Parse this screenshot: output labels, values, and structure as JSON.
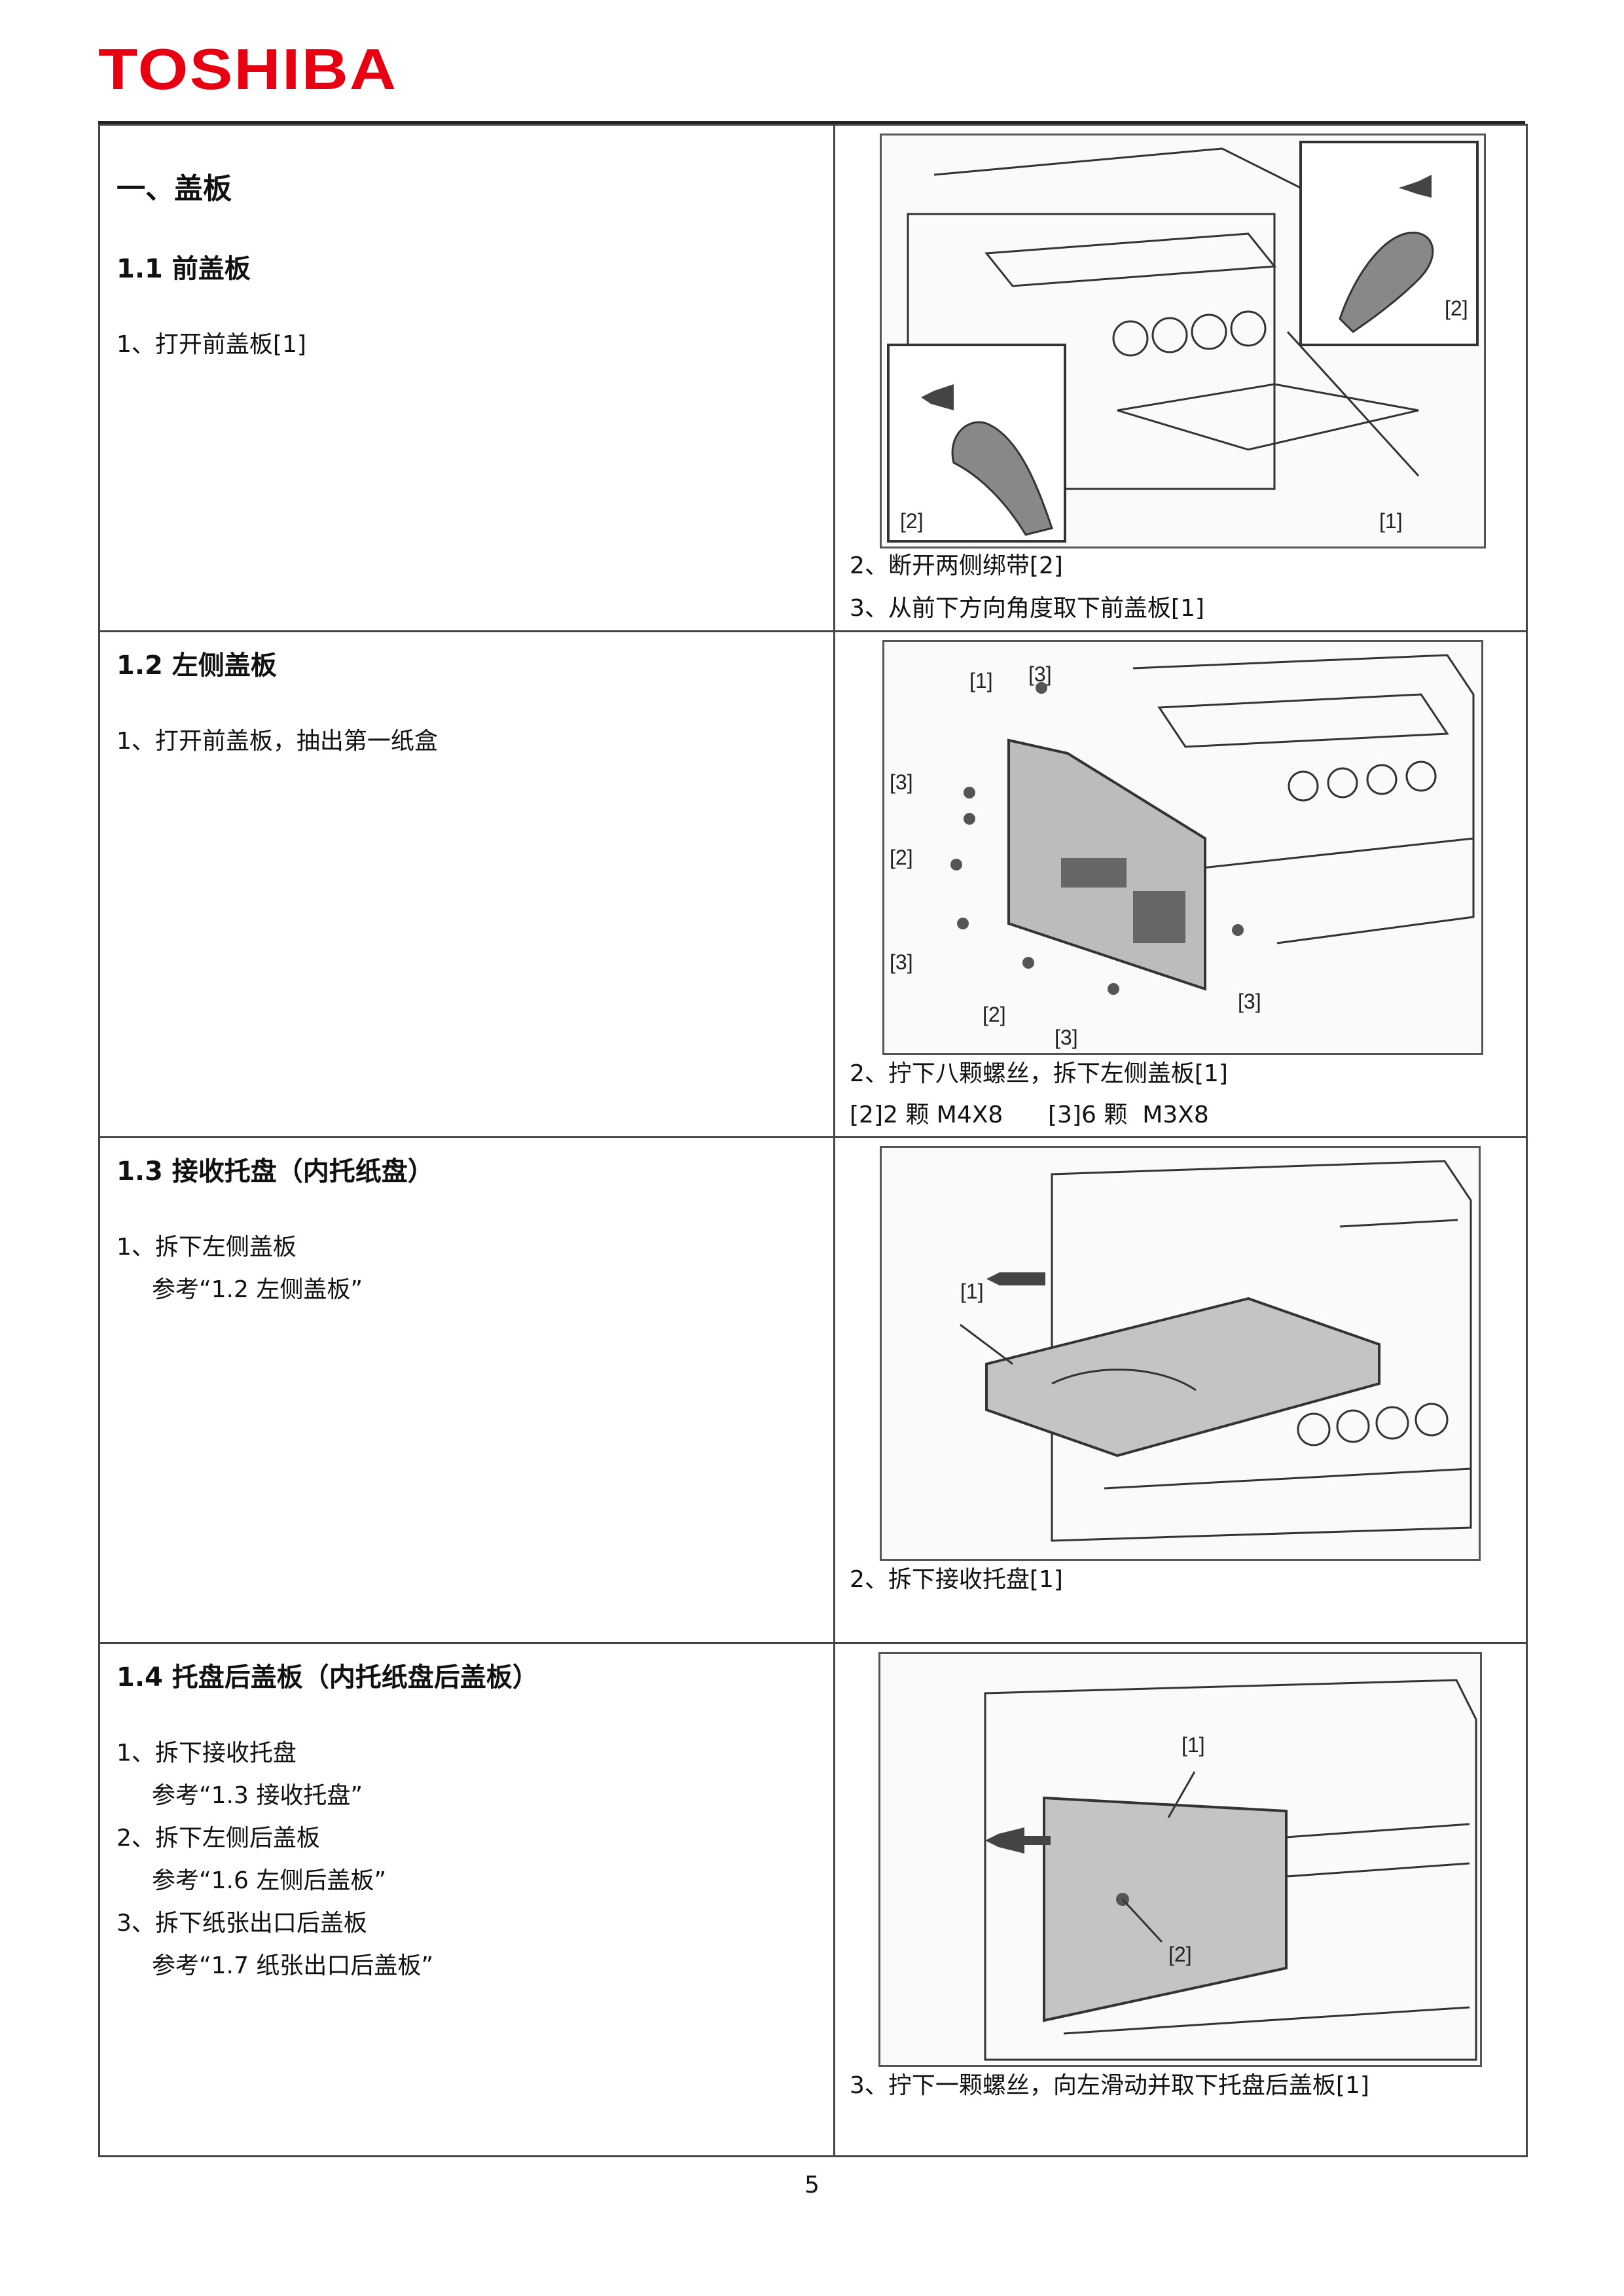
{
  "header": {
    "logo": "TOSHIBA"
  },
  "sections": {
    "s1": {
      "chapter": "一、盖板",
      "title": "1.1 前盖板",
      "steps": [
        "1、打开前盖板[1]"
      ],
      "captions": [
        "2、断开两侧绑带[2]",
        "3、从前下方向角度取下前盖板[1]"
      ],
      "labels": [
        "[2]",
        "[2]",
        "[1]"
      ]
    },
    "s2": {
      "title": "1.2  左侧盖板",
      "steps": [
        "1、打开前盖板，抽出第一纸盒"
      ],
      "captions": [
        "2、拧下八颗螺丝，拆下左侧盖板[1]",
        "[2]2 颗 M4X8      [3]6 颗  M3X8"
      ],
      "labels": [
        "[1]",
        "[3]",
        "[3]",
        "[2]",
        "[3]",
        "[2]",
        "[3]",
        "[3]"
      ]
    },
    "s3": {
      "title": "1.3 接收托盘（内托纸盘）",
      "steps": [
        "1、拆下左侧盖板",
        "参考“1.2 左侧盖板”"
      ],
      "captions": [
        "2、拆下接收托盘[1]"
      ],
      "labels": [
        "[1]"
      ]
    },
    "s4": {
      "title": "1.4  托盘后盖板（内托纸盘后盖板）",
      "steps": [
        "1、拆下接收托盘",
        "参考“1.3  接收托盘”",
        "2、拆下左侧后盖板",
        "参考“1.6  左侧后盖板”",
        "3、拆下纸张出口后盖板",
        "参考“1.7  纸张出口后盖板”"
      ],
      "captions": [
        "3、拧下一颗螺丝，向左滑动并取下托盘后盖板[1]"
      ],
      "labels": [
        "[1]",
        "[2]"
      ]
    }
  },
  "footer": {
    "page_number": "5"
  }
}
